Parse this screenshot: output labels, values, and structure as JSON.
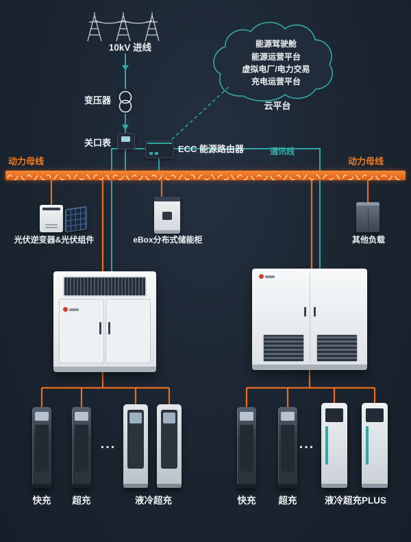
{
  "colors": {
    "background": "#1b2530",
    "bus_orange": "#ee6c1d",
    "comm_teal": "#2fa8a5",
    "text": "#eef2f5",
    "brand_red": "#d23b2f"
  },
  "header": {
    "incoming_line": "10kV 进线"
  },
  "cloud": {
    "platform_lines": [
      "能源驾驶舱",
      "能源运营平台",
      "虚拟电厂/电力交易",
      "充电运营平台"
    ],
    "label": "云平台"
  },
  "nodes": {
    "transformer_label": "变压器",
    "meter_label": "关口表",
    "router_label": "ECC 能源路由器",
    "bus_label_left": "动力母线",
    "bus_label_right": "动力母线",
    "comm_line_label": "通讯线",
    "pv_label": "光伏逆变器&光伏组件",
    "ebox_label": "eBox分布式储能柜",
    "other_load_label": "其他负载"
  },
  "chargers": {
    "left": {
      "fast": "快充",
      "super": "超充",
      "liquid": "液冷超充",
      "ellipsis": "..."
    },
    "right": {
      "fast": "快充",
      "super": "超充",
      "liquid": "液冷超充PLUS",
      "ellipsis": "..."
    }
  }
}
